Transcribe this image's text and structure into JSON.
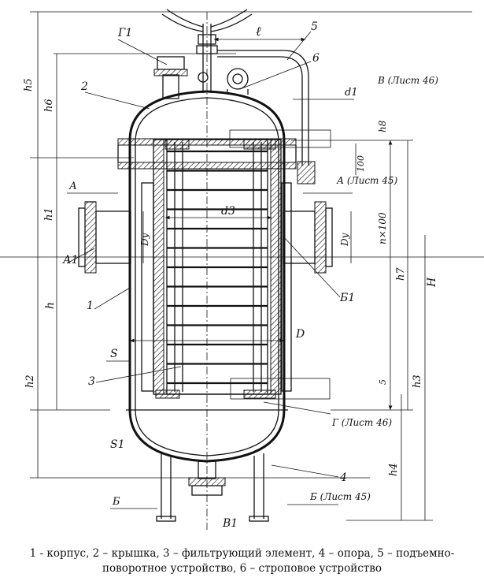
{
  "labels": {
    "g1": "Г1",
    "l": "ℓ",
    "n5": "5",
    "n6": "6",
    "n2": "2",
    "v_sheet": "В (Лист 46)",
    "d1": "d1",
    "h5": "h5",
    "h6": "h6",
    "h8": "h8",
    "val100": "100",
    "a_left": "А",
    "a_sheet": "А (Лист 45)",
    "d3": "d3",
    "nx100": "n×100",
    "h1": "h1",
    "dy_left": "Dy",
    "dy_right": "Dy",
    "a1": "А1",
    "n1": "1",
    "b1": "Б1",
    "h": "h",
    "h7": "h7",
    "H": "H",
    "D": "D",
    "S": "S",
    "h2": "h2",
    "n3": "3",
    "val5": "5",
    "h3": "h3",
    "g_sheet": "Г (Лист 46)",
    "s1": "S1",
    "n4": "4",
    "h4": "h4",
    "b_left": "Б",
    "b_sheet": "Б (Лист 45)",
    "v1": "В1"
  },
  "caption": {
    "line1": "1 - корпус, 2 – крышка, 3 – фильтрующий элемент, 4 – опора, 5 – подъемно-",
    "line2": "поворотное устройство, 6 – строповое устройство"
  }
}
